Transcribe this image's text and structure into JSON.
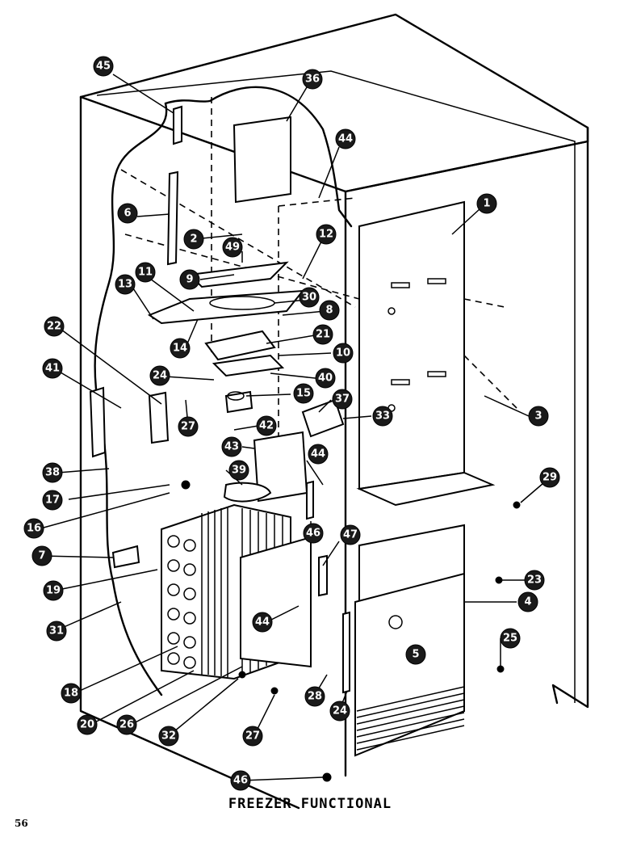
{
  "diagram": {
    "caption": "FREEZER FUNCTIONAL",
    "page_number": "56",
    "callouts": [
      "45",
      "36",
      "44",
      "1",
      "6",
      "2",
      "49",
      "12",
      "9",
      "11",
      "13",
      "30",
      "8",
      "22",
      "21",
      "14",
      "10",
      "41",
      "24",
      "40",
      "15",
      "37",
      "33",
      "3",
      "27",
      "42",
      "43",
      "44",
      "38",
      "39",
      "17",
      "16",
      "46",
      "7",
      "47",
      "19",
      "23",
      "4",
      "44",
      "31",
      "5",
      "25",
      "18",
      "20",
      "26",
      "28",
      "24",
      "32",
      "27",
      "46",
      "29"
    ]
  }
}
